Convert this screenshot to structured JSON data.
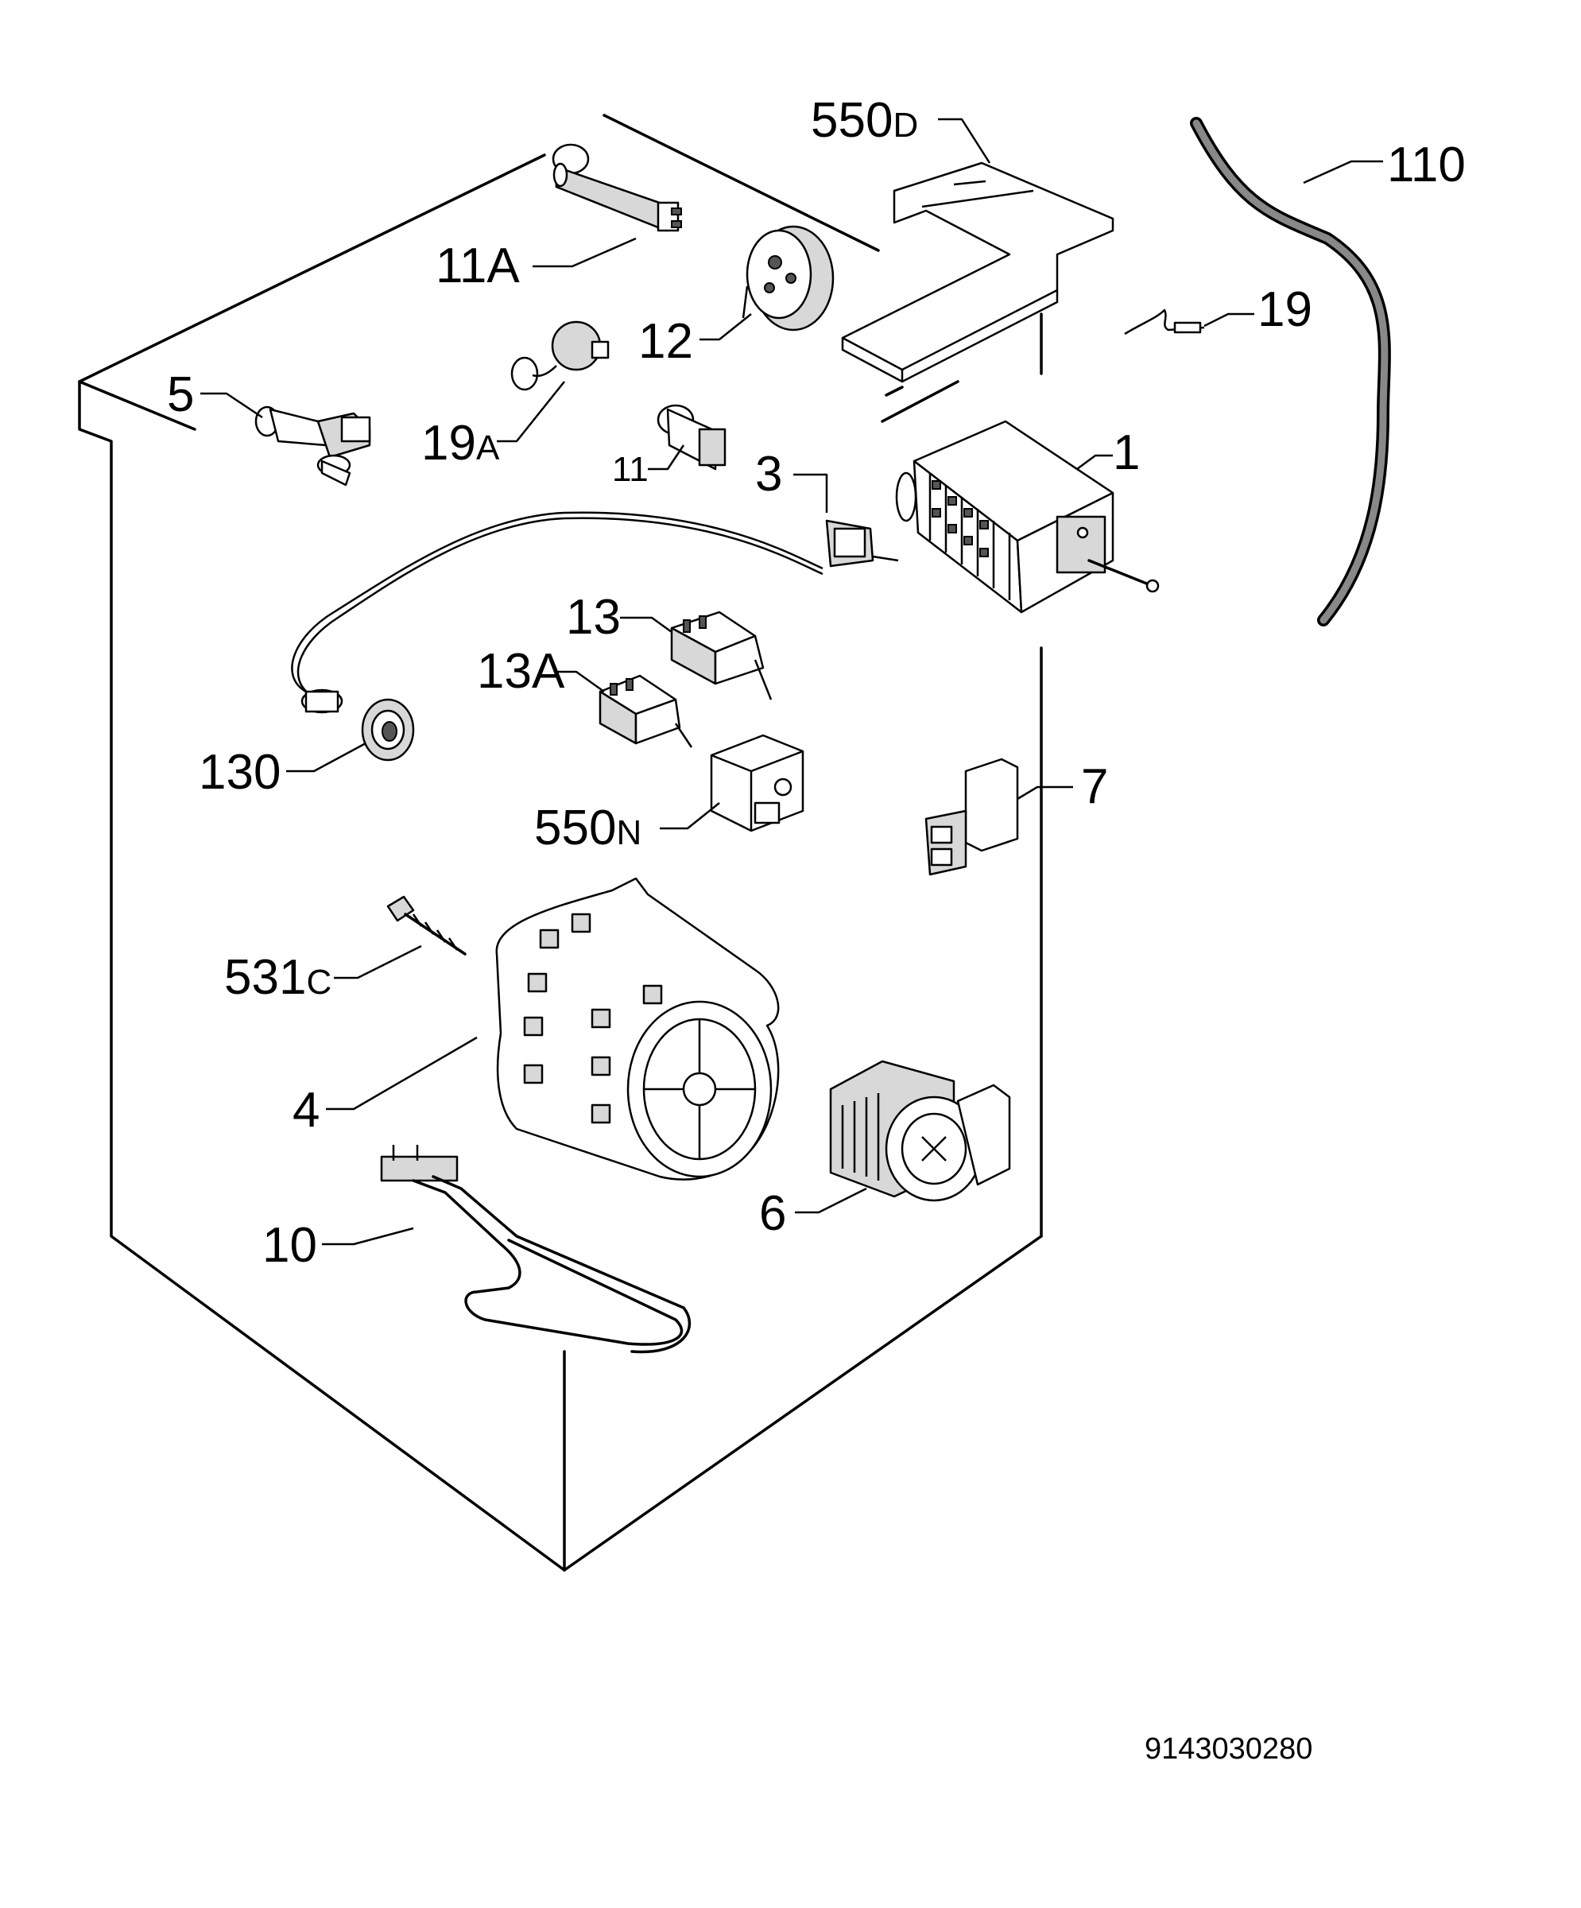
{
  "callouts": [
    {
      "id": "550d",
      "main": "550",
      "suffix": "D"
    },
    {
      "id": "110",
      "main": "110",
      "suffix": ""
    },
    {
      "id": "11a",
      "main": "11A",
      "suffix": ""
    },
    {
      "id": "12",
      "main": "12",
      "suffix": ""
    },
    {
      "id": "19",
      "main": "19",
      "suffix": ""
    },
    {
      "id": "5",
      "main": "5",
      "suffix": ""
    },
    {
      "id": "19a",
      "main": "19",
      "suffix": "A"
    },
    {
      "id": "11",
      "main": "11",
      "suffix": ""
    },
    {
      "id": "3",
      "main": "3",
      "suffix": ""
    },
    {
      "id": "1",
      "main": "1",
      "suffix": ""
    },
    {
      "id": "13",
      "main": "13",
      "suffix": ""
    },
    {
      "id": "13a",
      "main": "13A",
      "suffix": ""
    },
    {
      "id": "130",
      "main": "130",
      "suffix": ""
    },
    {
      "id": "7",
      "main": "7",
      "suffix": ""
    },
    {
      "id": "550n",
      "main": "550",
      "suffix": "N"
    },
    {
      "id": "531c",
      "main": "531",
      "suffix": "C"
    },
    {
      "id": "4",
      "main": "4",
      "suffix": ""
    },
    {
      "id": "6",
      "main": "6",
      "suffix": ""
    },
    {
      "id": "10",
      "main": "10",
      "suffix": ""
    }
  ],
  "diagram_code": "9143030280"
}
